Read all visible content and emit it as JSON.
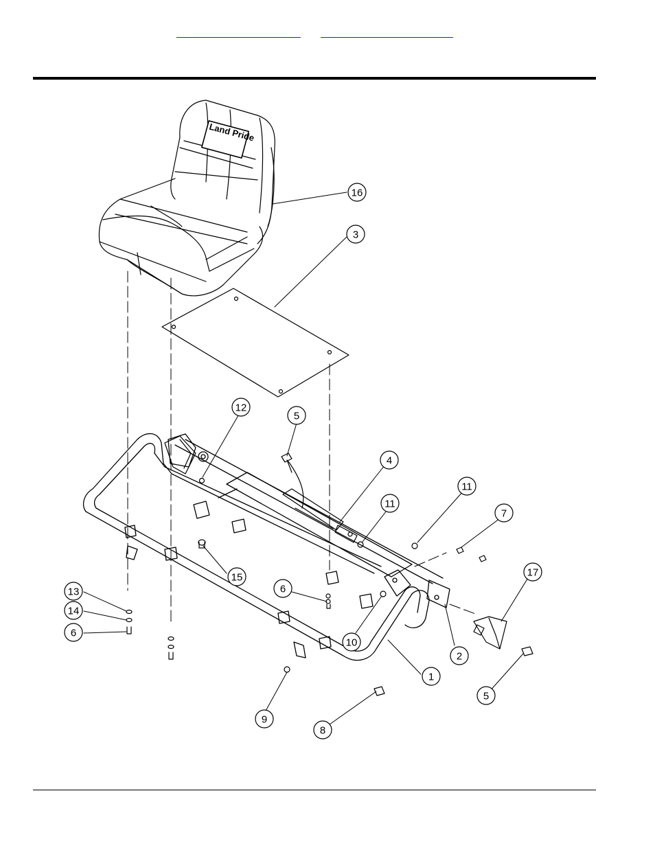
{
  "header": {
    "link_1": "",
    "link_2": ""
  },
  "seat_logo": "Land Pride",
  "callouts": [
    {
      "id": "c16",
      "label": "16"
    },
    {
      "id": "c3",
      "label": "3"
    },
    {
      "id": "c12",
      "label": "12"
    },
    {
      "id": "c5a",
      "label": "5"
    },
    {
      "id": "c4",
      "label": "4"
    },
    {
      "id": "c11a",
      "label": "11"
    },
    {
      "id": "c11b",
      "label": "11"
    },
    {
      "id": "c7",
      "label": "7"
    },
    {
      "id": "c15",
      "label": "15"
    },
    {
      "id": "c17",
      "label": "17"
    },
    {
      "id": "c6a",
      "label": "6"
    },
    {
      "id": "c13",
      "label": "13"
    },
    {
      "id": "c14",
      "label": "14"
    },
    {
      "id": "c6b",
      "label": "6"
    },
    {
      "id": "c10",
      "label": "10"
    },
    {
      "id": "c2",
      "label": "2"
    },
    {
      "id": "c1",
      "label": "1"
    },
    {
      "id": "c5b",
      "label": "5"
    },
    {
      "id": "c9",
      "label": "9"
    },
    {
      "id": "c8",
      "label": "8"
    }
  ]
}
